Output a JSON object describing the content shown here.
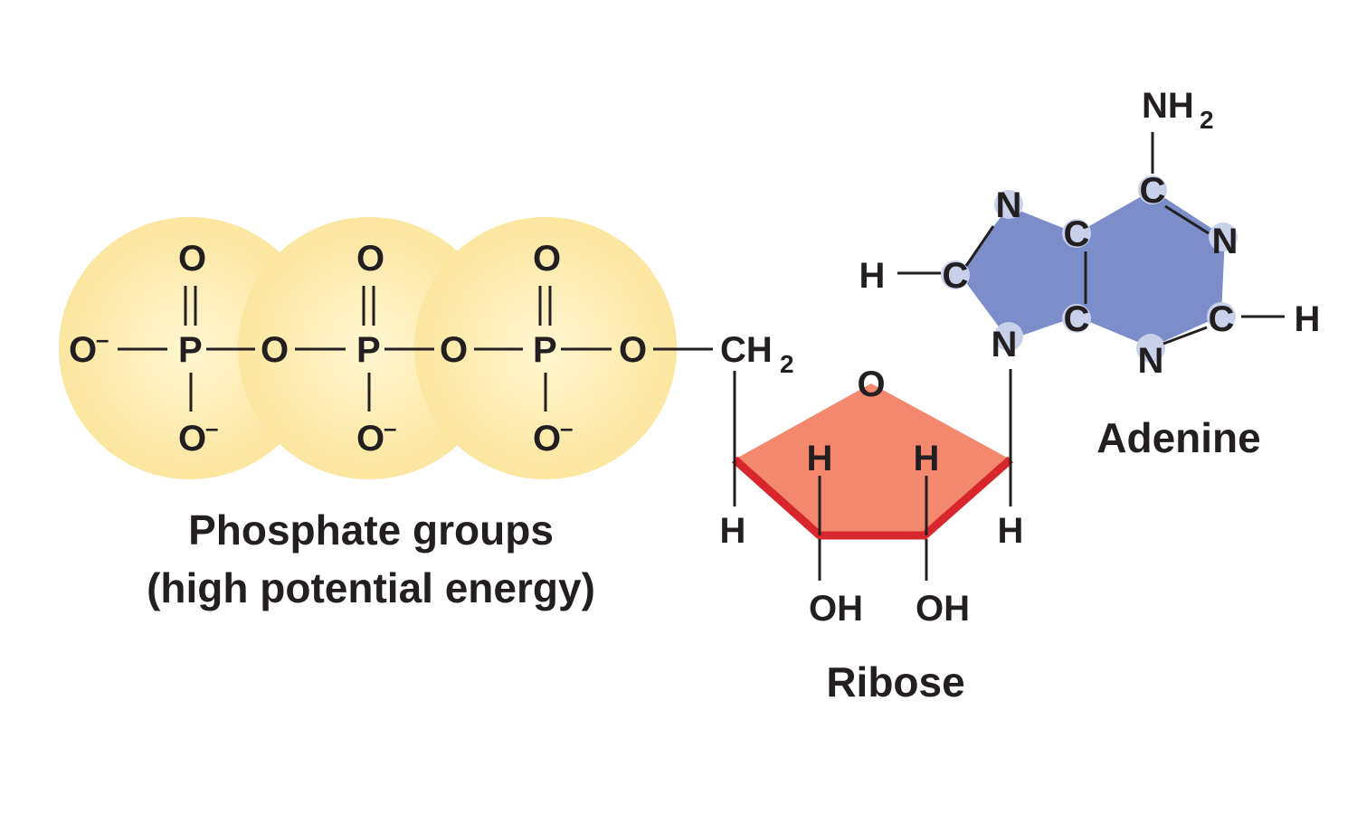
{
  "colors": {
    "phosphate_fill": "#fbe49a",
    "phosphate_edge": "#fff6d0",
    "ribose_fill": "#f4886e",
    "ribose_edge": "#d7262c",
    "adenine_fill": "#7b8ec9",
    "atom_highlight": "#c9d0ea",
    "text": "#231f20"
  },
  "phosphate": {
    "label_line1": "Phosphate groups",
    "label_line2": "(high potential energy)",
    "terminal_o": "O",
    "charge": "–",
    "groups": [
      {
        "top_o": "O",
        "p": "P",
        "bottom_o": "O",
        "bridge_o": "O"
      },
      {
        "top_o": "O",
        "p": "P",
        "bottom_o": "O",
        "bridge_o": "O"
      },
      {
        "top_o": "O",
        "p": "P",
        "bottom_o": "O",
        "bridge_o": "O"
      }
    ]
  },
  "ribose": {
    "label": "Ribose",
    "ch2": "CH",
    "ch2_sub": "2",
    "ring_o": "O",
    "h_left": "H",
    "h_right": "H",
    "h_inner_1": "H",
    "h_inner_2": "H",
    "oh_1": "OH",
    "oh_2": "OH"
  },
  "adenine": {
    "label": "Adenine",
    "nh2": "NH",
    "nh2_sub": "2",
    "atoms": {
      "n_top_left": "N",
      "c_left": "C",
      "h_left": "H",
      "n_bottom_left": "N",
      "c_center_top": "C",
      "c_center_bottom": "C",
      "c_top": "C",
      "n_right_top": "N",
      "c_right": "C",
      "h_right": "H",
      "n_bottom": "N"
    }
  }
}
